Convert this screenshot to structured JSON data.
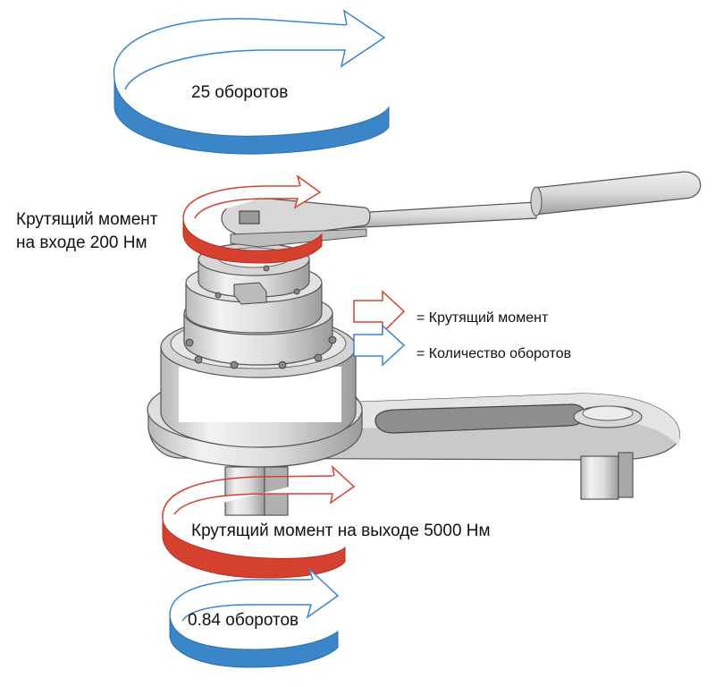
{
  "labels": {
    "top_rotations": "25 оборотов",
    "input_torque_line1": "Крутящий момент",
    "input_torque_line2": "на входе 200 Нм",
    "output_torque": "Крутящий момент на выходе 5000 Нм",
    "bottom_rotations": "0.84 оборотов"
  },
  "legend": {
    "torque": {
      "text": "= Крутящий момент",
      "icon": "red-outline-arrow-icon",
      "color": "#d6402f"
    },
    "rotations": {
      "text": "= Количество оборотов",
      "icon": "blue-outline-arrow-icon",
      "color": "#3a86c8"
    }
  },
  "colors": {
    "torque": "#d6402f",
    "rotations": "#3a86c8",
    "metal_light": "#e6e6e6",
    "metal_dark": "#9a9a9a"
  }
}
